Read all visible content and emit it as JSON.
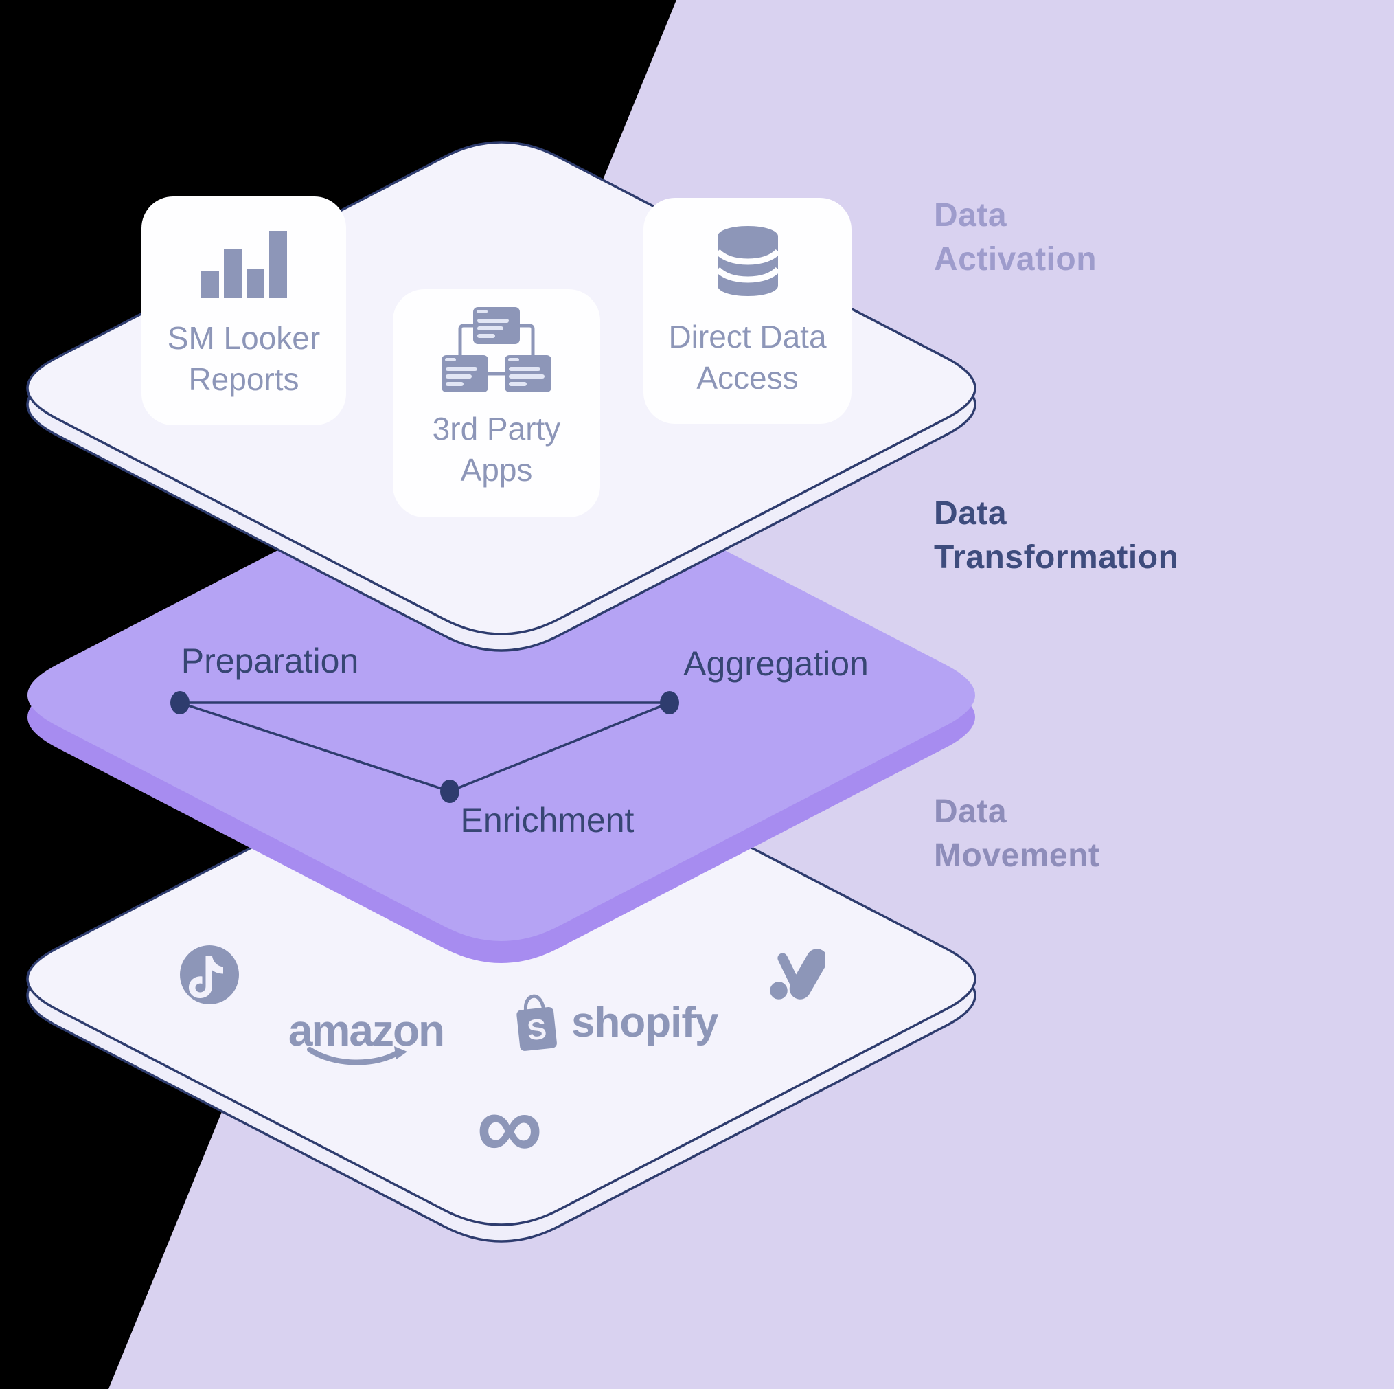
{
  "diagram": {
    "stages": [
      {
        "id": "activation",
        "label": "Data\nActivation"
      },
      {
        "id": "transformation",
        "label": "Data\nTransformation"
      },
      {
        "id": "movement",
        "label": "Data\nMovement"
      }
    ],
    "activation_layer": {
      "cards": [
        {
          "icon": "bar-chart-icon",
          "label": "SM Looker\nReports"
        },
        {
          "icon": "connected-windows-icon",
          "label": "3rd Party\nApps"
        },
        {
          "icon": "database-icon",
          "label": "Direct Data\nAccess"
        }
      ]
    },
    "transformation_layer": {
      "nodes": [
        "Preparation",
        "Aggregation",
        "Enrichment"
      ]
    },
    "movement_layer": {
      "platforms": [
        {
          "icon": "tiktok-logo",
          "name": "TikTok"
        },
        {
          "icon": "amazon-logo",
          "name": "amazon",
          "wordmark": "amazon"
        },
        {
          "icon": "shopify-logo",
          "name": "shopify",
          "wordmark": "shopify",
          "badge": "S"
        },
        {
          "icon": "google-ads-logo",
          "name": "Google Ads"
        },
        {
          "icon": "meta-logo",
          "name": "Meta",
          "glyph": "∞"
        }
      ]
    }
  },
  "colors": {
    "background_black": "#000000",
    "background_lavender": "#d9d2f0",
    "layer_white_top": "#f4f3fc",
    "layer_white_side": "#efeefa",
    "layer_outline_navy": "#2e3c6e",
    "layer_purple_top": "#b5a3f4",
    "layer_purple_side": "#a78cf0",
    "card_background": "#fefeff",
    "icon_gray_blue": "#8d96b8",
    "node_navy": "#2e3c6e",
    "text_dark_navy": "#374673",
    "stage_label_active": "#3e4c7d",
    "stage_label_muted": "#9e9ccc"
  }
}
